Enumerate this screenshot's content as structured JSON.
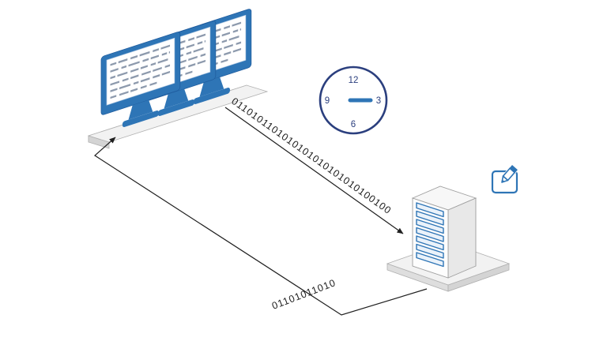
{
  "colors": {
    "device_blue": "#2E75B6",
    "clock_navy": "#2B3F7E",
    "arrow_black": "#1F1F1F",
    "platform_top": "#F2F2F2",
    "platform_side": "#DEDEDE",
    "bay_fill": "#EAF2FA"
  },
  "computers": {
    "count": 3
  },
  "server": {
    "bays": 7
  },
  "clock": {
    "numbers": [
      "12",
      "3",
      "6",
      "9"
    ],
    "hand_points_to": "3"
  },
  "flows": [
    {
      "id": "request",
      "from": "computers",
      "to": "server",
      "label": "0110101101010101010101010100100"
    },
    {
      "id": "response",
      "from": "server",
      "to": "computers",
      "label": "01101011010"
    }
  ],
  "icons": [
    "clock-icon",
    "edit-icon"
  ]
}
